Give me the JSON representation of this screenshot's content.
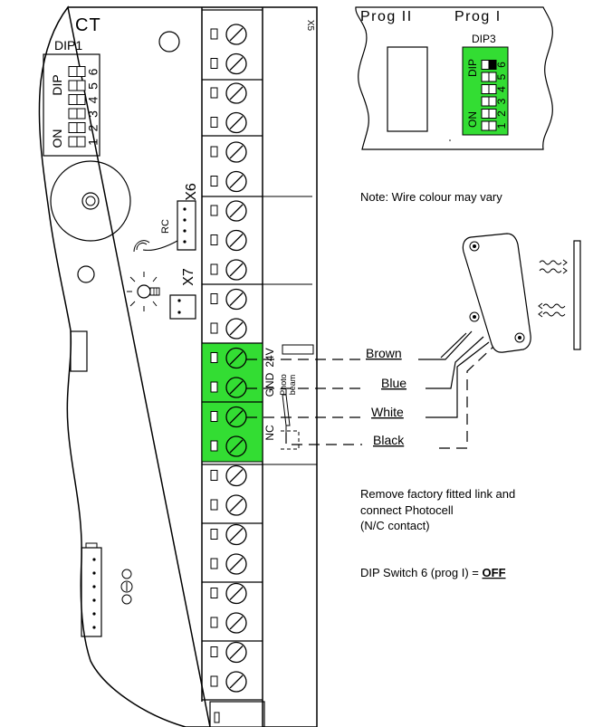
{
  "board": {
    "title": "CT",
    "x5_label": "X5",
    "x6_label": "X6",
    "x7_label": "X7",
    "rc_label": "RC"
  },
  "dip1": {
    "title": "DIP1",
    "dip_word": "DIP",
    "on_word": "ON",
    "numbers": [
      "1",
      "2",
      "3",
      "4",
      "5",
      "6"
    ]
  },
  "prog_panel": {
    "prog2": "Prog II",
    "prog1": "Prog I",
    "dip3_title": "DIP3",
    "dip_word": "DIP",
    "on_word": "ON",
    "numbers": [
      "1",
      "2",
      "3",
      "4",
      "5",
      "6"
    ],
    "accent_color": "#33dd33"
  },
  "terminals": {
    "accent_color": "#33dd33",
    "label_24v": "24V",
    "label_gnd": "GND",
    "label_nc": "NC",
    "photo_word": "Photo",
    "beam_word": "beam"
  },
  "wires": [
    "Brown",
    "Blue",
    "White",
    "Black"
  ],
  "note": "Note: Wire colour may vary",
  "instructions": {
    "line1": "Remove factory fitted link and",
    "line2": "connect Photocell",
    "line3": "(N/C contact)",
    "dip_prefix": "DIP Switch 6 (prog I) = ",
    "dip_value": "OFF"
  }
}
